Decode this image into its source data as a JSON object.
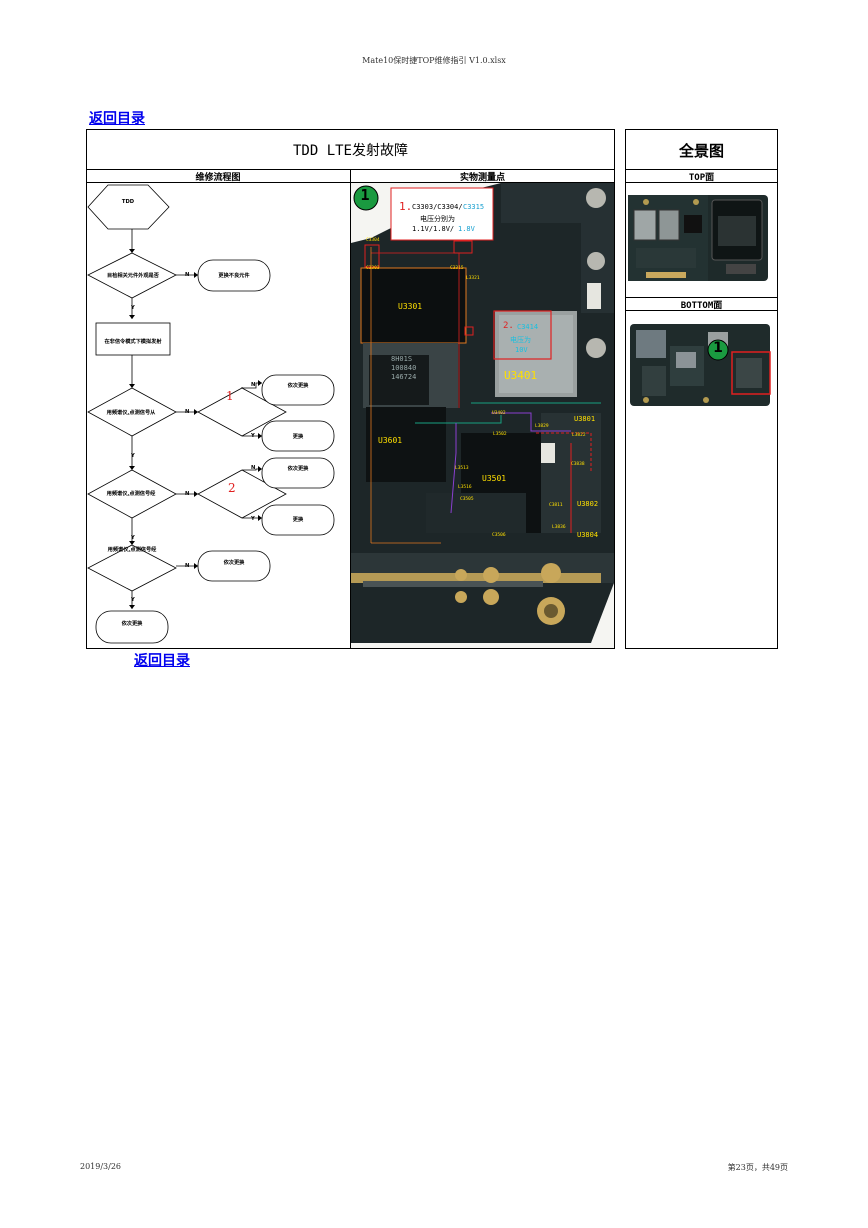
{
  "document": {
    "header_title": "Mate10保时捷TOP维修指引 V1.0.xlsx",
    "footer_date": "2019/3/26",
    "footer_page": "第23页，共49页"
  },
  "nav": {
    "back_top": "返回目录",
    "back_bottom": "返回目录"
  },
  "main_panel": {
    "title": "TDD LTE发射故障",
    "flow_header": "维修流程图",
    "measure_header": "实物测量点"
  },
  "panorama": {
    "title": "全景图",
    "top_label": "TOP面",
    "bottom_label": "BOTTOM面",
    "marker": "1"
  },
  "flowchart": {
    "start": "TDD",
    "q1": "目检相关元件外观是否",
    "a1": "更换不良元件",
    "step2": "在非信令模式下模拟发射",
    "q2": "用频谱仪,点测信号从",
    "q3": "用频谱仪,点测信号经",
    "q4": "用频谱仪,点测信号经",
    "d1_num": "1",
    "d2_num": "2",
    "r1a": "依次更换",
    "r1b": "更换",
    "r2a": "依次更换",
    "r2b": "更换",
    "r3": "依次更换",
    "end": "依次更换",
    "y": "Y",
    "n": "N"
  },
  "board": {
    "marker": "1",
    "note1_num": "1.",
    "note1_parts": "C3303/C3304/",
    "note1_cyan": "C3315",
    "note1_line2": "电压分别为",
    "note1_line3": "1.1V/1.8V/",
    "note1_cyan2": "1.8V",
    "note2_num": "2.",
    "note2_part": "C3414",
    "note2_line2": "电压为",
    "note2_line3": "10V",
    "u3301": "U3301",
    "u3401": "U3401",
    "u3601": "U3601",
    "u3501": "U3501",
    "u3801": "U3801",
    "u3802": "U3802",
    "u3804": "U3804",
    "chip_text1": "8H01S",
    "chip_text2": "100840",
    "chip_text3": "146724",
    "c3304": "C3304",
    "c3303": "C3303",
    "c3315": "C3315",
    "l3321": "L3321",
    "u3402": "U3402",
    "l3502": "L3502",
    "l3513": "L3513",
    "l3516": "L3516",
    "c3505": "C3505",
    "c3506": "C3506",
    "l3829": "L3829",
    "l3822": "L3822",
    "c3838": "C3838",
    "c3811": "C3811",
    "l3836": "L3836"
  }
}
